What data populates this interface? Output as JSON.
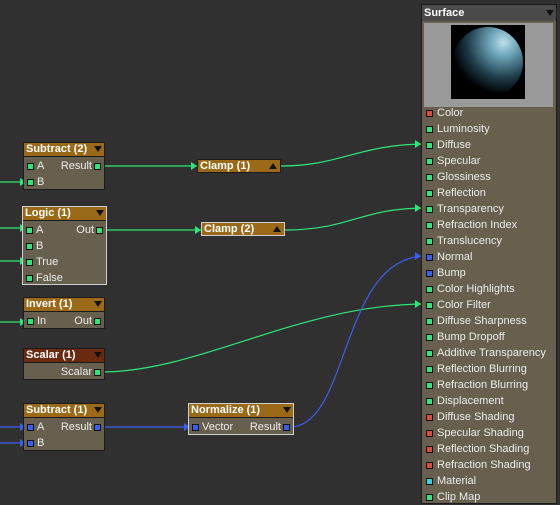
{
  "nodes": {
    "subtract2": {
      "title": "Subtract (2)",
      "in_a": "A",
      "in_b": "B",
      "out": "Result"
    },
    "logic1": {
      "title": "Logic (1)",
      "in_a": "A",
      "in_b": "B",
      "in_true": "True",
      "in_false": "False",
      "out": "Out"
    },
    "invert1": {
      "title": "Invert (1)",
      "in": "In",
      "out": "Out"
    },
    "scalar1": {
      "title": "Scalar (1)",
      "out": "Scalar"
    },
    "subtract1": {
      "title": "Subtract (1)",
      "in_a": "A",
      "in_b": "B",
      "out": "Result"
    },
    "normalize1": {
      "title": "Normalize (1)",
      "in": "Vector",
      "out": "Result"
    },
    "clamp1": {
      "title": "Clamp (1)"
    },
    "clamp2": {
      "title": "Clamp (2)"
    }
  },
  "surface": {
    "title": "Surface",
    "inputs": [
      {
        "label": "Color",
        "port_color": "#e04a3a"
      },
      {
        "label": "Luminosity",
        "port_color": "#2fe67a"
      },
      {
        "label": "Diffuse",
        "port_color": "#2fe67a"
      },
      {
        "label": "Specular",
        "port_color": "#2fe67a"
      },
      {
        "label": "Glossiness",
        "port_color": "#2fe67a"
      },
      {
        "label": "Reflection",
        "port_color": "#2fe67a"
      },
      {
        "label": "Transparency",
        "port_color": "#2fe67a"
      },
      {
        "label": "Refraction Index",
        "port_color": "#2fe67a"
      },
      {
        "label": "Translucency",
        "port_color": "#2fe67a"
      },
      {
        "label": "Normal",
        "port_color": "#3a5ef0"
      },
      {
        "label": "Bump",
        "port_color": "#3a5ef0"
      },
      {
        "label": "Color Highlights",
        "port_color": "#2fe67a"
      },
      {
        "label": "Color Filter",
        "port_color": "#2fe67a"
      },
      {
        "label": "Diffuse Sharpness",
        "port_color": "#2fe67a"
      },
      {
        "label": "Bump Dropoff",
        "port_color": "#2fe67a"
      },
      {
        "label": "Additive Transparency",
        "port_color": "#2fe67a"
      },
      {
        "label": "Reflection Blurring",
        "port_color": "#2fe67a"
      },
      {
        "label": "Refraction Blurring",
        "port_color": "#2fe67a"
      },
      {
        "label": "Displacement",
        "port_color": "#2fe67a"
      },
      {
        "label": "Diffuse Shading",
        "port_color": "#e04a3a"
      },
      {
        "label": "Specular Shading",
        "port_color": "#e04a3a"
      },
      {
        "label": "Reflection Shading",
        "port_color": "#e04a3a"
      },
      {
        "label": "Refraction Shading",
        "port_color": "#e04a3a"
      },
      {
        "label": "Material",
        "port_color": "#2fd6e6"
      },
      {
        "label": "Clip Map",
        "port_color": "#2fe67a"
      }
    ]
  },
  "colors": {
    "scalar_wire": "#2fe67a",
    "vector_wire": "#3a5ef0",
    "node_header": "#9a6a18",
    "canvas": "#303030"
  }
}
